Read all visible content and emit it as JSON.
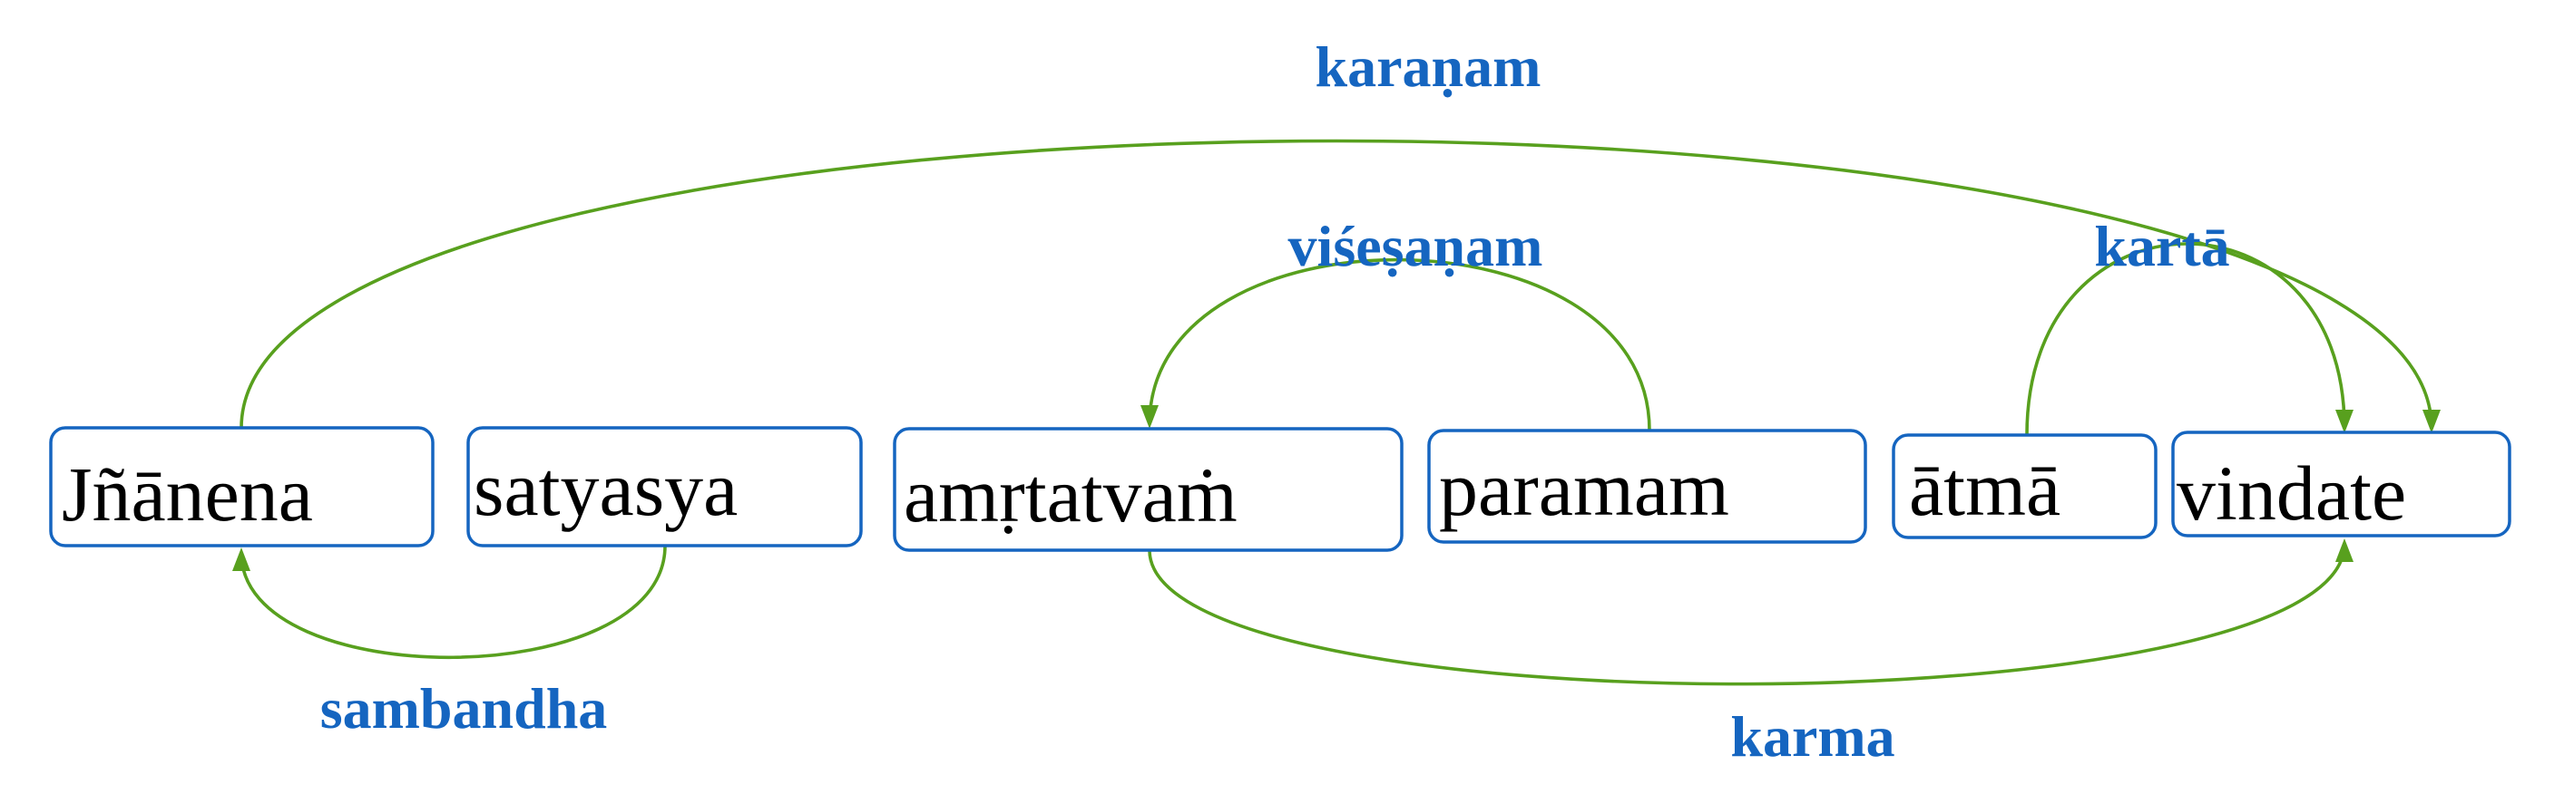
{
  "colors": {
    "box_border": "#1565c0",
    "label": "#1565c0",
    "arc": "#58a01e",
    "word": "#000000"
  },
  "words": [
    {
      "id": "w1",
      "text": "Jñānena"
    },
    {
      "id": "w2",
      "text": "satyasya"
    },
    {
      "id": "w3",
      "text": "amṛtatvaṁ"
    },
    {
      "id": "w4",
      "text": "paramam"
    },
    {
      "id": "w5",
      "text": "ātmā"
    },
    {
      "id": "w6",
      "text": "vindate"
    }
  ],
  "relations": [
    {
      "id": "r1",
      "label": "karaṇam",
      "from": "Jñānena",
      "to": "vindate"
    },
    {
      "id": "r2",
      "label": "viśeṣaṇam",
      "from": "paramam",
      "to": "amṛtatvaṁ"
    },
    {
      "id": "r3",
      "label": "kartā",
      "from": "ātmā",
      "to": "vindate"
    },
    {
      "id": "r4",
      "label": "sambandha",
      "from": "satyasya",
      "to": "Jñānena"
    },
    {
      "id": "r5",
      "label": "karma",
      "from": "amṛtatvaṁ",
      "to": "vindate"
    }
  ]
}
